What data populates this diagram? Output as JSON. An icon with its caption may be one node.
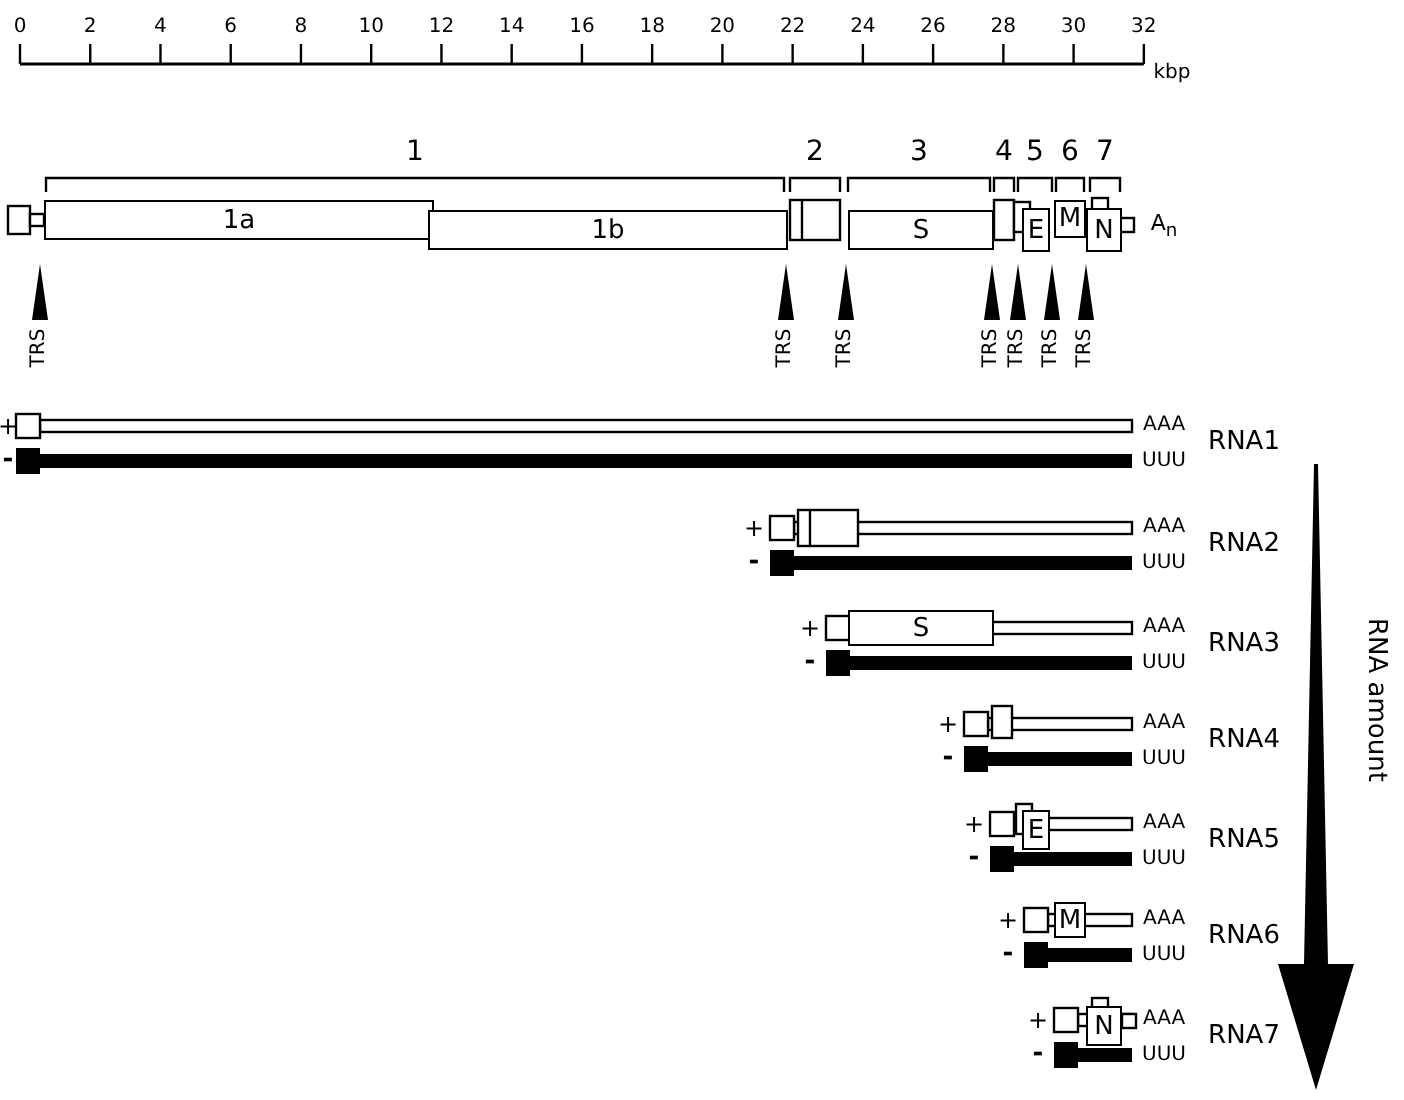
{
  "diagram": {
    "nodes": [
      {
        "text": [
          "1a"
        ]
      },
      {
        "text": [
          "1b"
        ]
      },
      {
        "text": [
          "S"
        ]
      },
      {
        "text": [
          "E"
        ]
      },
      {
        "text": [
          "M"
        ]
      },
      {
        "text": [
          "N"
        ]
      },
      {
        "text": [
          "S"
        ]
      },
      {
        "text": [
          "E"
        ]
      },
      {
        "text": [
          "M"
        ]
      },
      {
        "text": [
          "N"
        ]
      }
    ],
    "labels": [
      "0",
      "2",
      "4",
      "6",
      "8",
      "10",
      "12",
      "14",
      "16",
      "18",
      "20",
      "22",
      "24",
      "26",
      "28",
      "30",
      "32",
      "kbp",
      "1",
      "2",
      "3",
      "4",
      "5",
      "6",
      "7",
      "A$_{n}$",
      "TRS",
      "TRS",
      "TRS",
      "TRS",
      "TRS",
      "TRS",
      "TRS",
      "+",
      "AAA",
      "RNA1",
      "-",
      "UUU",
      "+",
      "AAA",
      "RNA2",
      "-",
      "UUU",
      "+",
      "AAA",
      "RNA3",
      "-",
      "UUU",
      "+",
      "AAA",
      "RNA4",
      "-",
      "UUU",
      "+",
      "AAA",
      "RNA5",
      "-",
      "UUU",
      "+",
      "AAA",
      "RNA6",
      "-",
      "UUU",
      "+",
      "AAA",
      "RNA7",
      "-",
      "UUU",
      "RNA amount"
    ]
  }
}
